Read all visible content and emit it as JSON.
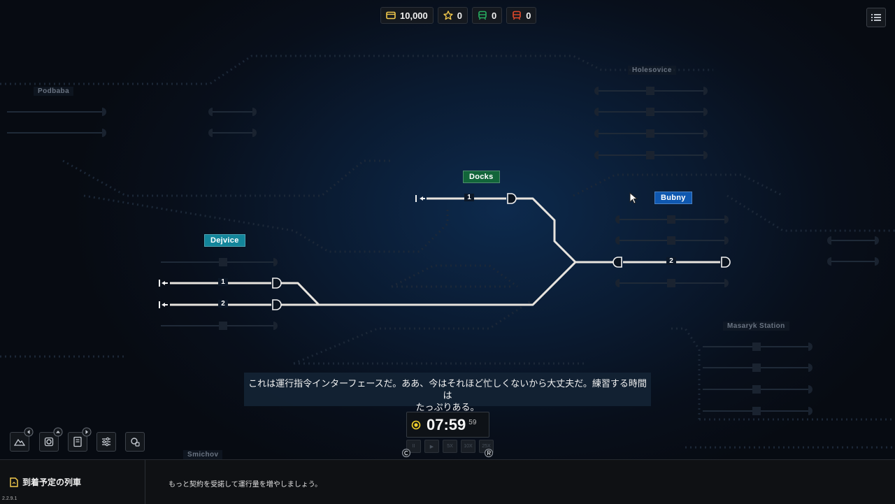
{
  "topbar": {
    "money": "10,000",
    "stars": "0",
    "trains_green": "0",
    "trains_red": "0"
  },
  "stations": {
    "dejvice": "Dejvice",
    "docks": "Docks",
    "bubny": "Bubny",
    "podbaba": "Podbaba",
    "holesovice": "Holesovice",
    "masaryk": "Masaryk Station",
    "smichov": "Smichov"
  },
  "platforms": {
    "dejvice_1": "1",
    "dejvice_2": "2",
    "docks_1": "1",
    "bubny_2": "2"
  },
  "subtitle": {
    "line1": "これは運行指令インターフェースだ。ああ、今はそれほど忙しくないから大丈夫だ。練習する時間は",
    "line2": "たっぷりある。"
  },
  "clock": {
    "time": "07:59",
    "seconds": "59"
  },
  "speed_controls": [
    "II",
    "▶",
    "5X",
    "10X",
    "25X"
  ],
  "bottom": {
    "arrivals_label": "到着予定の列車",
    "hint": "もっと契約を受諾して運行量を増やしましょう。",
    "version": "2.2.9.1"
  },
  "colors": {
    "dejvice": "#13859a",
    "docks": "#12653a",
    "bubny": "#0f58b0",
    "money_icon": "#f2c94c",
    "star_icon": "#f2c94c",
    "train_green": "#27ae60",
    "train_red": "#e0492b"
  }
}
